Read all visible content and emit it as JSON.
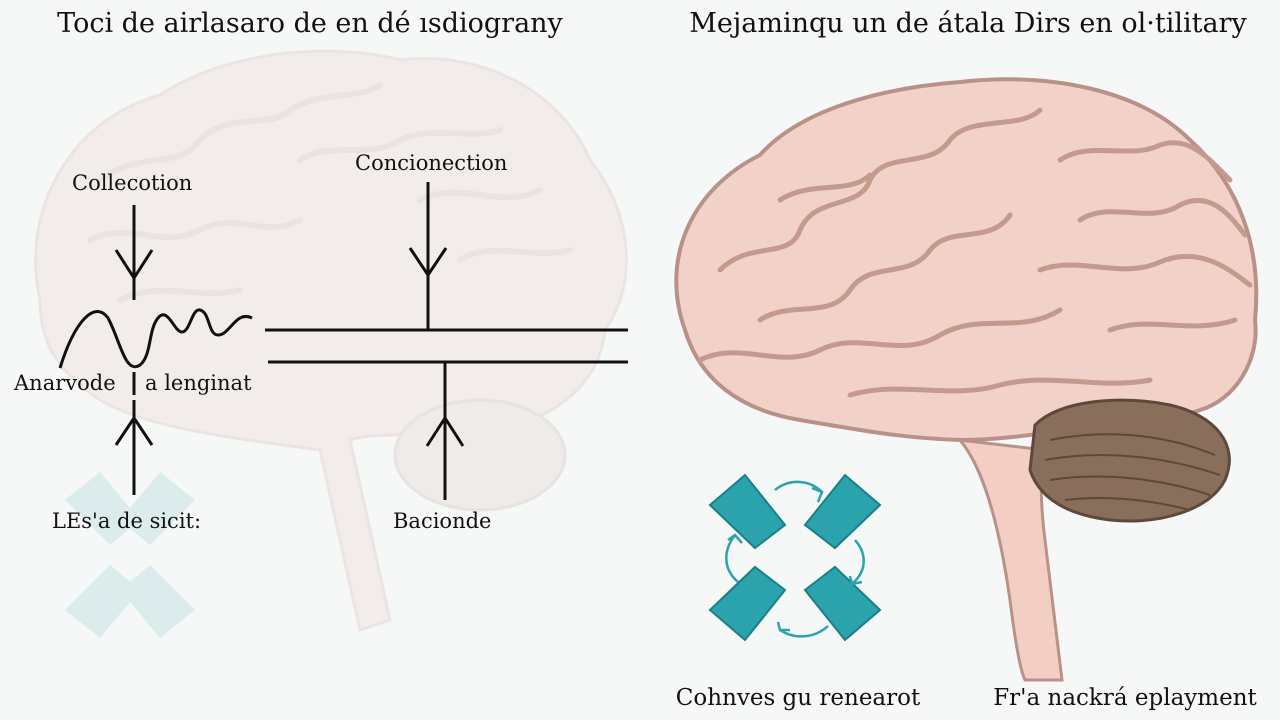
{
  "left_panel": {
    "title": "Toci de airlasaro de en dé ısdiograny",
    "labels": {
      "collection": "Collecotion",
      "connection": "Concionection",
      "anarvode": "Anarvode",
      "lenginat": "a lenginat",
      "basic": "LEs'a de sicit:",
      "bacionde": "Bacionde"
    }
  },
  "right_panel": {
    "title": "Mejaminqu un de átala Dirs en ol·tilitary",
    "captions": {
      "left": "Cohnves gu renearot",
      "right": "Fr'a nackrá eplayment"
    }
  },
  "colors": {
    "faded_brain": "#f1ecea",
    "brain_fill": "#f2d2c8",
    "brain_outline": "#b89288",
    "brain_fold": "#c49a8f",
    "cerebellum": "#8a6e5c",
    "arrow_teal": "#2aa3ad",
    "ink": "#111111"
  },
  "icons": {
    "diagram_arrows": "down-arrow",
    "recycle_cross": "four-arrows-cross"
  }
}
